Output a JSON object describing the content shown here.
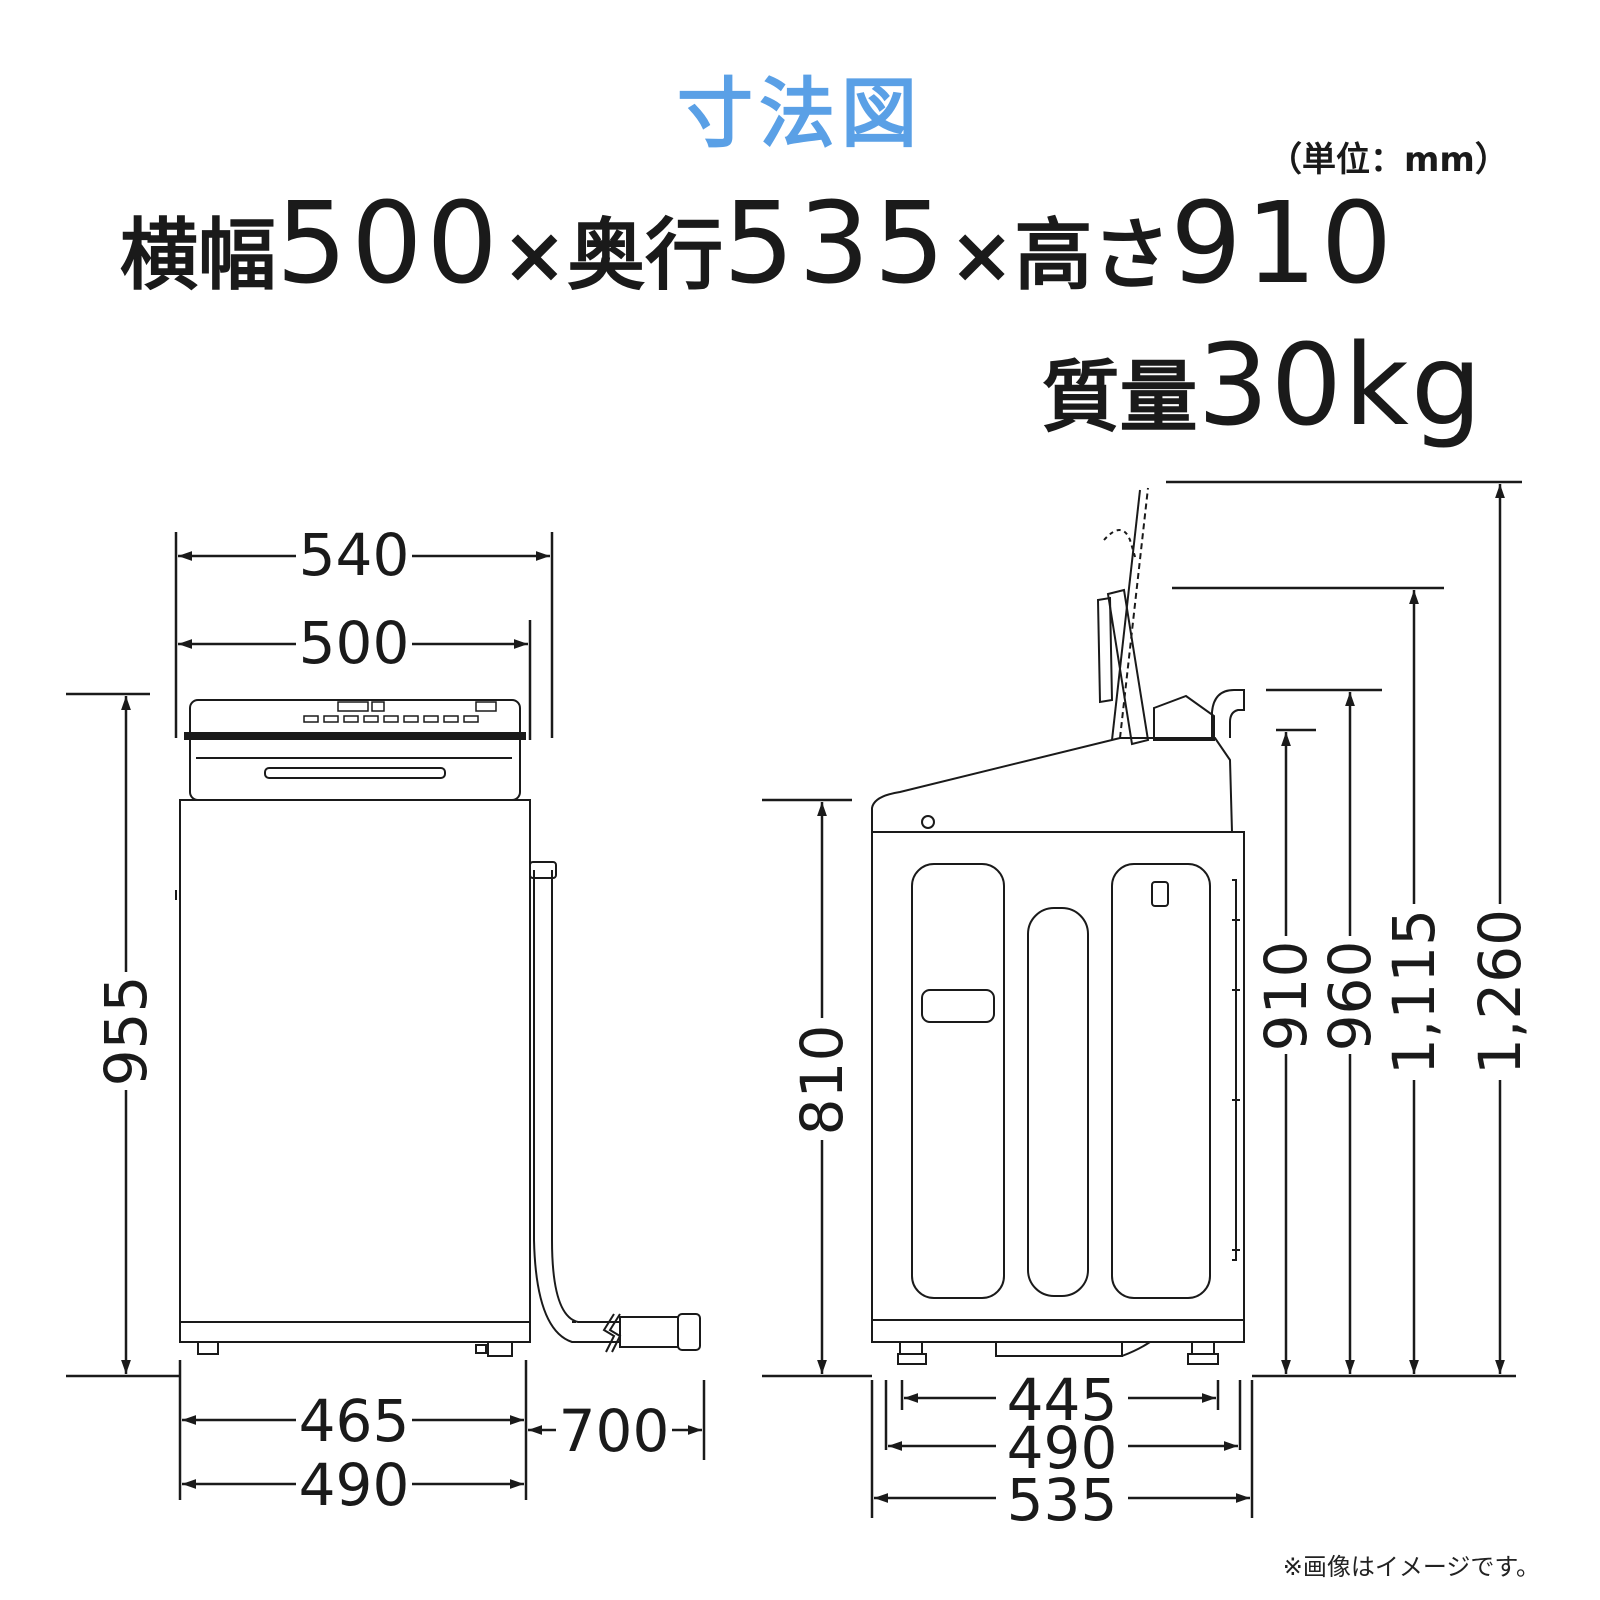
{
  "title": "寸法図",
  "unit_note": "（単位：mm）",
  "specs": {
    "width_label": "横幅",
    "width_value": "500",
    "times": "×",
    "depth_label": "奥行",
    "depth_value": "535",
    "height_label": "高さ",
    "height_value": "910",
    "mass_label": "質量",
    "mass_value": "30kg"
  },
  "front_view": {
    "dims": {
      "outer_width": "540",
      "body_width": "500",
      "height": "955",
      "foot_span": "465",
      "base_width": "490",
      "hose_length": "700"
    }
  },
  "side_view": {
    "dims": {
      "body_height": "810",
      "height_910": "910",
      "height_960": "960",
      "height_1115": "1,115",
      "height_1260": "1,260",
      "foot_span": "445",
      "base_depth": "490",
      "total_depth": "535"
    }
  },
  "image_note": "※画像はイメージです。",
  "colors": {
    "title": "#5aa0e6",
    "lines": "#1a1a1a"
  }
}
